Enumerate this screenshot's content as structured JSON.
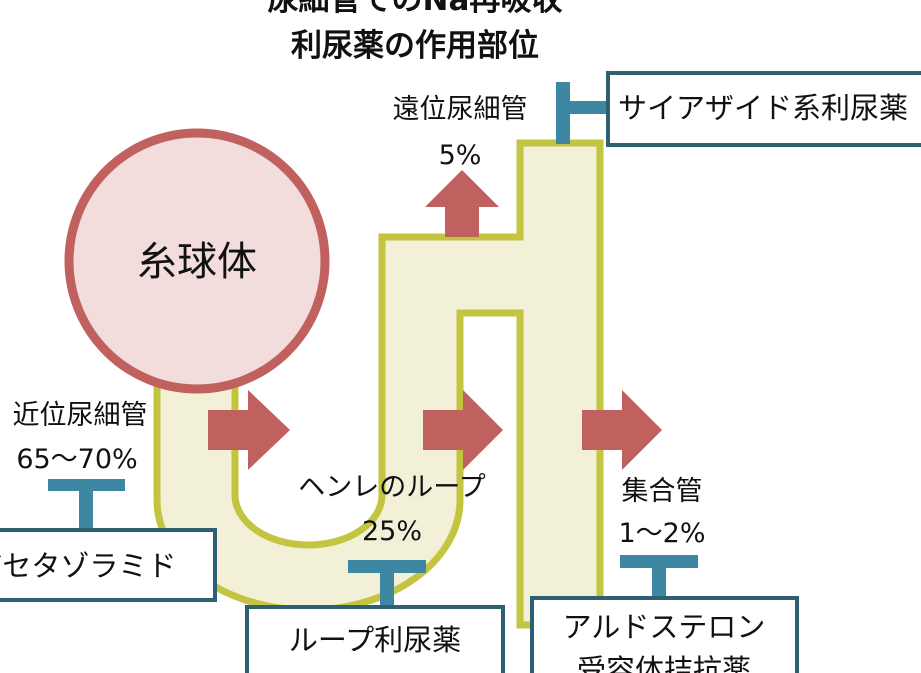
{
  "title": {
    "line1": "尿細管でのNa再吸収",
    "line2": "利尿薬の作用部位"
  },
  "glomerulus": "糸球体",
  "segments": {
    "proximal": {
      "name": "近位尿細管",
      "percent": "65〜70%"
    },
    "loop": {
      "name": "ヘンレのループ",
      "percent": "25%"
    },
    "distal": {
      "name": "遠位尿細管",
      "percent": "5%"
    },
    "collecting": {
      "name": "集合管",
      "percent": "1〜2%"
    }
  },
  "drugs": {
    "acetazolamide": "アセタゾラミド",
    "loop": "ループ利尿薬",
    "thiazide": "サイアザイド系利尿薬",
    "aldosterone_line1": "アルドステロン",
    "aldosterone_line2": "受容体拮抗薬"
  },
  "colors": {
    "tube_stroke": "#c3c43f",
    "tube_fill": "#f2f1d8",
    "arrow": "#c0605f",
    "blocker": "#3e87a3",
    "box_border": "#2f5f73"
  }
}
